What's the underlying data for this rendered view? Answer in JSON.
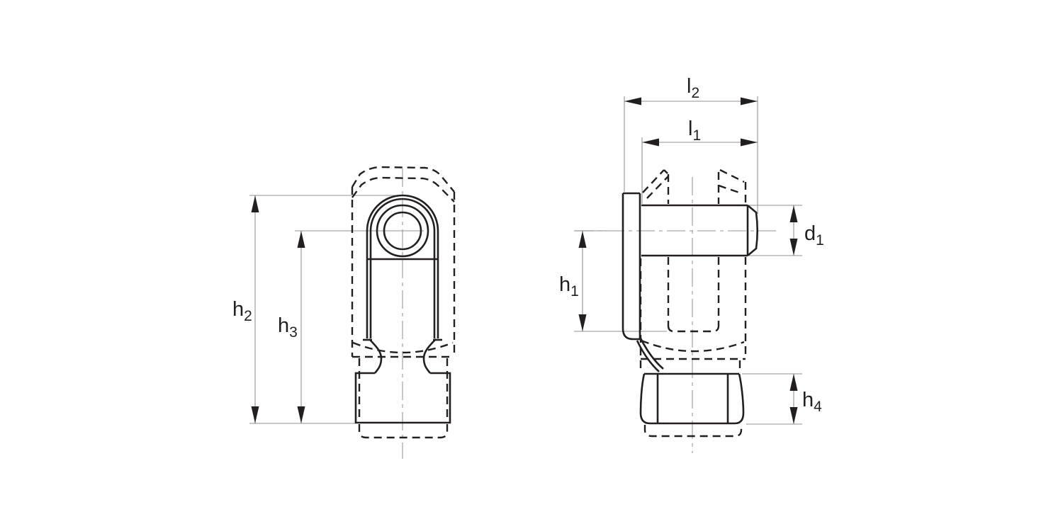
{
  "drawing": {
    "line_color": "#231f20",
    "thin_line_color": "#8f9292",
    "centerline_color": "#a6a9a9",
    "background": "#ffffff",
    "labels": {
      "h1": {
        "base": "h",
        "sub": "1"
      },
      "h2": {
        "base": "h",
        "sub": "2"
      },
      "h3": {
        "base": "h",
        "sub": "3"
      },
      "h4": {
        "base": "h",
        "sub": "4"
      },
      "l1": {
        "base": "l",
        "sub": "1"
      },
      "l2": {
        "base": "l",
        "sub": "2"
      },
      "d1": {
        "base": "d",
        "sub": "1"
      }
    }
  }
}
